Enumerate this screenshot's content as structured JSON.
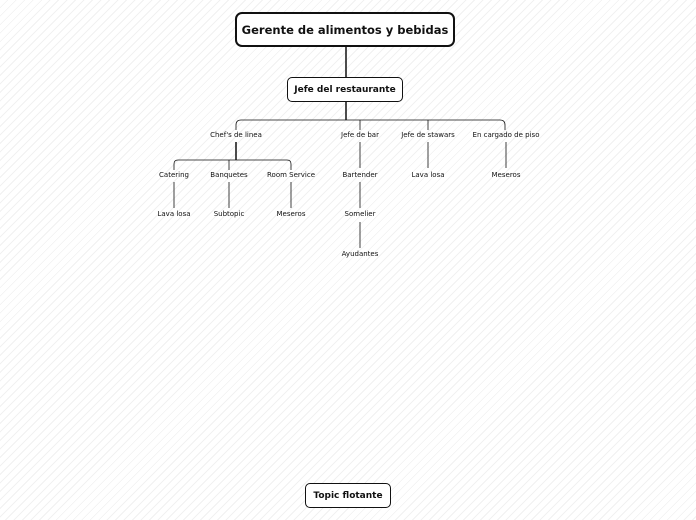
{
  "root": {
    "label": "Gerente de alimentos y bebidas"
  },
  "main": {
    "label": "Jefe del restaurante"
  },
  "branches": [
    {
      "label": "Chef's de linea",
      "children": [
        {
          "label": "Catering",
          "children": [
            {
              "label": "Lava losa"
            }
          ]
        },
        {
          "label": "Banquetes",
          "children": [
            {
              "label": "Subtopic"
            }
          ]
        },
        {
          "label": "Room Service",
          "children": [
            {
              "label": "Meseros"
            }
          ]
        }
      ]
    },
    {
      "label": "Jefe de bar",
      "children": [
        {
          "label": "Bartender",
          "children": [
            {
              "label": "Somelier",
              "children": [
                {
                  "label": "Ayudantes"
                }
              ]
            }
          ]
        }
      ]
    },
    {
      "label": "Jefe de stawars",
      "children": [
        {
          "label": "Lava losa"
        }
      ]
    },
    {
      "label": "En cargado de piso",
      "children": [
        {
          "label": "Meseros"
        }
      ]
    }
  ],
  "floating": {
    "label": "Topic flotante"
  }
}
